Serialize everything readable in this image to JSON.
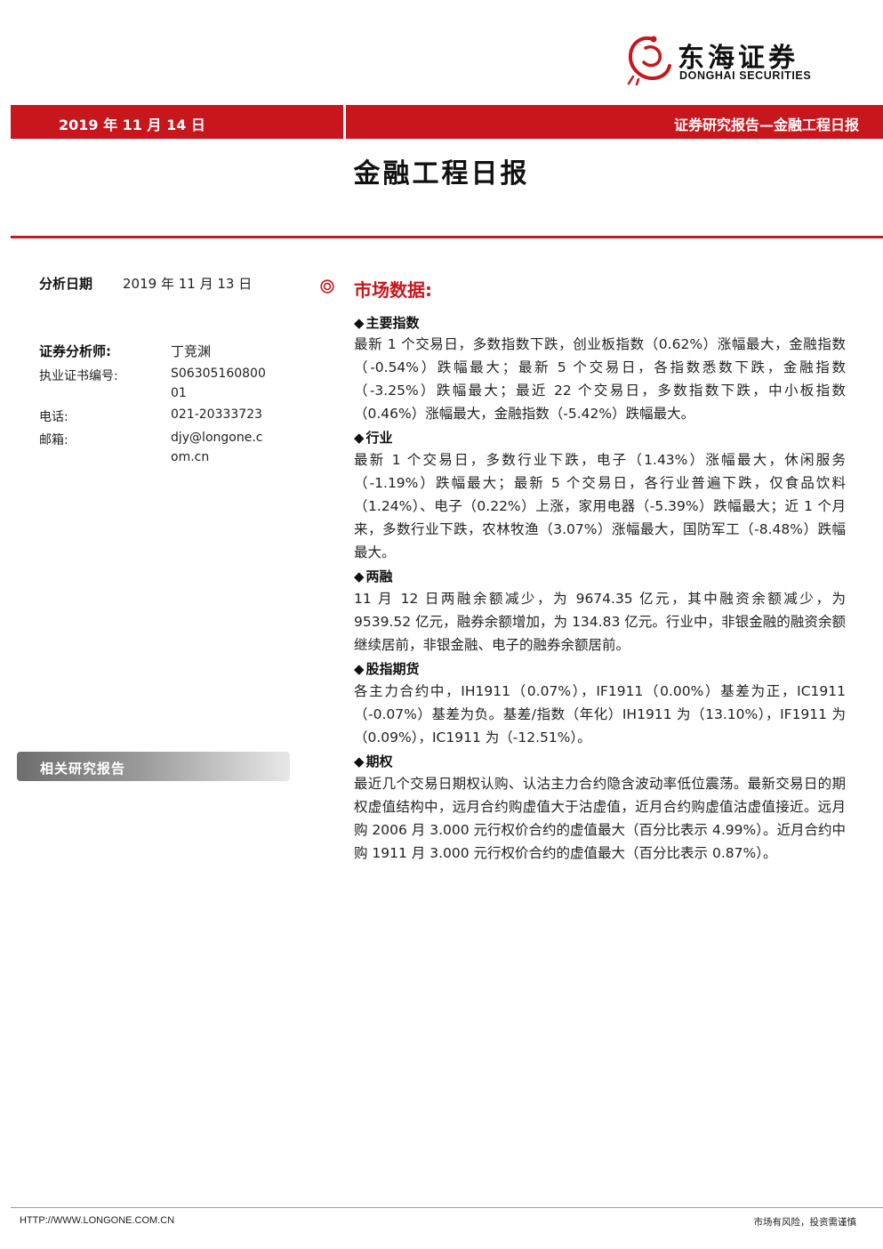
{
  "header": {
    "logo_cn": "东海证券",
    "logo_en": "DONGHAI SECURITIES",
    "date": "2019 年 11 月 14 日",
    "report_type": "证券研究报告—金融工程日报"
  },
  "title": "金融工程日报",
  "info": {
    "analysis_date_label": "分析日期",
    "analysis_date": "2019 年 11 月 13 日",
    "analyst_label": "证券分析师:",
    "analyst": "丁竞渊",
    "license_label": "执业证书编号:",
    "license_line1": "S06305160800",
    "license_line2": "01",
    "phone_label": "电话:",
    "phone": "021-20333723",
    "email_label": "邮箱:",
    "email_line1": "djy@longone.c",
    "email_line2": "om.cn"
  },
  "related_reports_label": "相关研究报告",
  "section_title": "市场数据:",
  "subsections": [
    {
      "title": "主要指数",
      "text": "最新 1 个交易日，多数指数下跌，创业板指数（0.62%）涨幅最大，金融指数（-0.54%）跌幅最大；最新 5 个交易日，各指数悉数下跌，金融指数（-3.25%）跌幅最大；最近 22 个交易日，多数指数下跌，中小板指数（0.46%）涨幅最大，金融指数（-5.42%）跌幅最大。"
    },
    {
      "title": "行业",
      "text": "最新 1 个交易日，多数行业下跌，电子（1.43%）涨幅最大，休闲服务（-1.19%）跌幅最大；最新 5 个交易日，各行业普遍下跌，仅食品饮料（1.24%）、电子（0.22%）上涨，家用电器（-5.39%）跌幅最大；近 1 个月来，多数行业下跌，农林牧渔（3.07%）涨幅最大，国防军工（-8.48%）跌幅最大。"
    },
    {
      "title": "两融",
      "text": "11 月 12 日两融余额减少，为 9674.35 亿元，其中融资余额减少，为 9539.52 亿元，融券余额增加，为 134.83 亿元。行业中，非银金融的融资余额继续居前，非银金融、电子的融券余额居前。"
    },
    {
      "title": "股指期货",
      "text": "各主力合约中，IH1911（0.07%），IF1911（0.00%）基差为正，IC1911（-0.07%）基差为负。基差/指数（年化）IH1911 为（13.10%），IF1911 为（0.09%），IC1911 为（-12.51%）。"
    },
    {
      "title": "期权",
      "text": "最近几个交易日期权认购、认沽主力合约隐含波动率低位震荡。最新交易日的期权虚值结构中，远月合约购虚值大于沽虚值，近月合约购虚值沽虚值接近。远月购 2006 月 3.000 元行权价合约的虚值最大（百分比表示 4.99%）。近月合约中购 1911 月 3.000 元行权价合约的虚值最大（百分比表示 0.87%）。"
    }
  ],
  "footer": {
    "url": "HTTP://WWW.LONGONE.COM.CN",
    "risk": "市场有风险，投资需谨慎"
  },
  "colors": {
    "brand_red": "#c8161d",
    "related_bar_gray": "#8a8a8a"
  },
  "icons": {
    "logo": "dragon-logo-icon",
    "section_marker": "double-ring-icon",
    "bullet": "diamond-bullet-icon"
  }
}
